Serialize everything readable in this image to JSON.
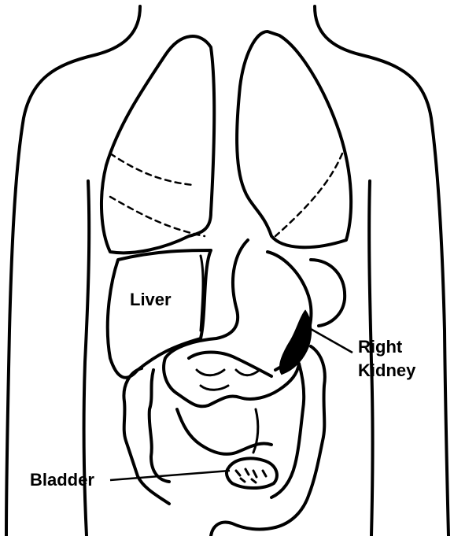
{
  "labels": {
    "liver": "Liver",
    "kidney_line1": "Right",
    "kidney_line2": "Kidney",
    "bladder": "Bladder"
  }
}
